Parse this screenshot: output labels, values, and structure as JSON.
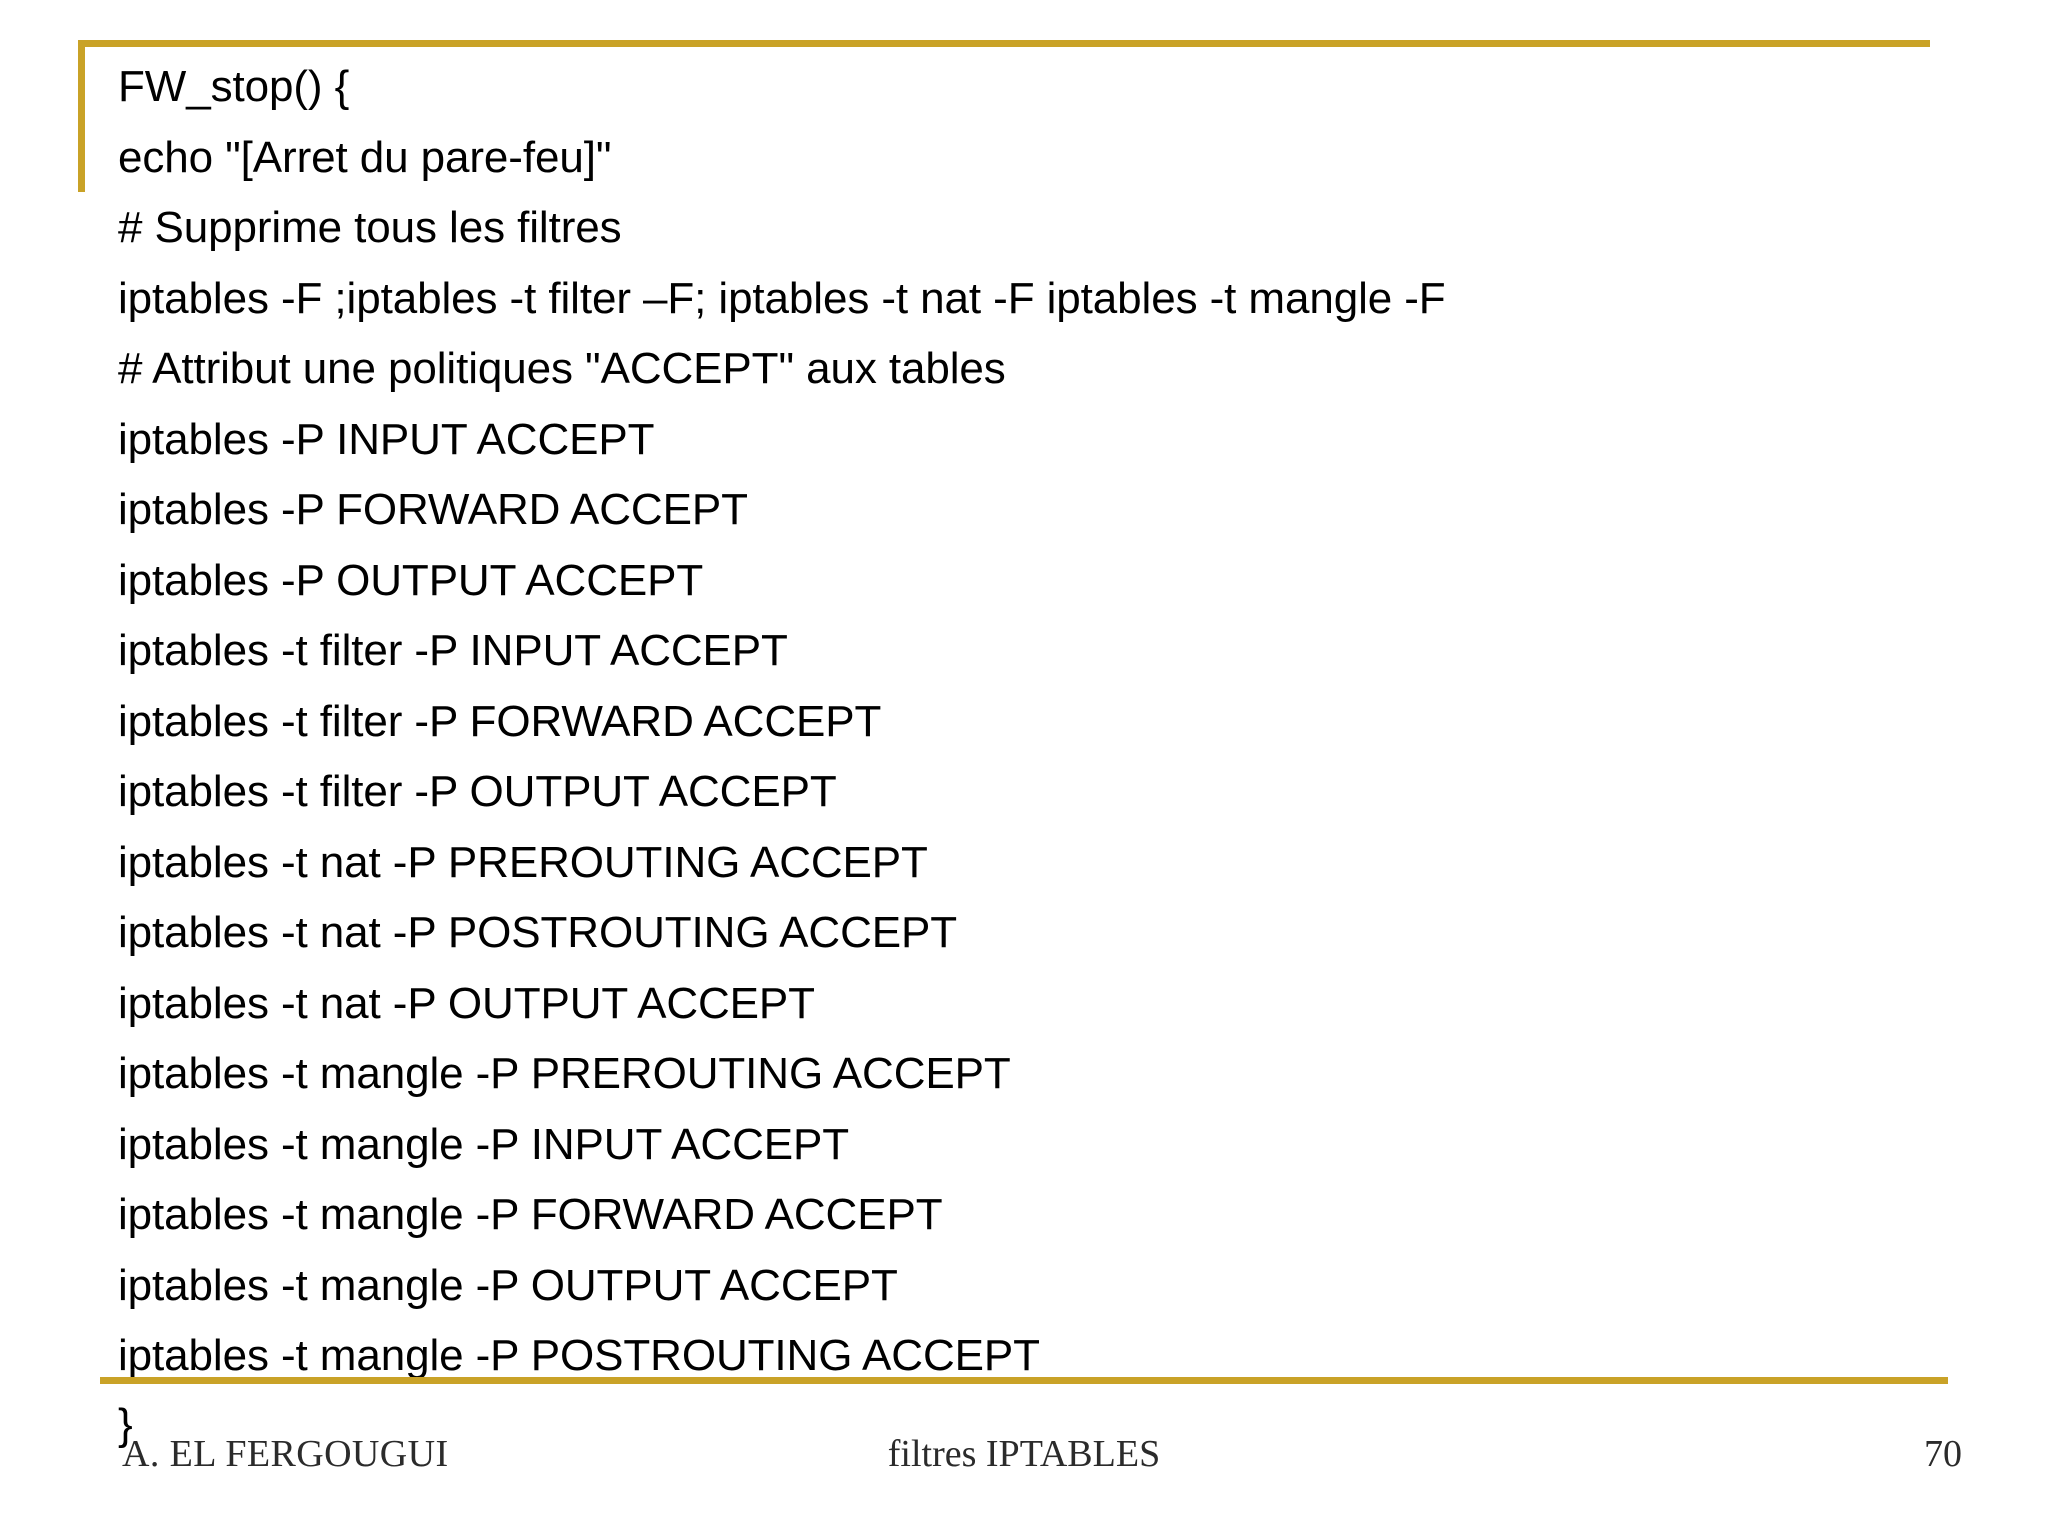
{
  "slide": {
    "accent_color": "#C9A227",
    "background_color": "#FFFFFF",
    "text_color": "#000000"
  },
  "code": {
    "lines": [
      "FW_stop() {",
      "echo \"[Arret du pare-feu]\"",
      "# Supprime tous les filtres",
      "iptables -F ;iptables -t filter –F; iptables -t nat -F iptables -t mangle -F",
      "# Attribut une politiques \"ACCEPT\" aux tables",
      "iptables -P INPUT ACCEPT",
      "iptables -P FORWARD ACCEPT",
      "iptables -P OUTPUT ACCEPT",
      "iptables -t filter -P INPUT ACCEPT",
      "iptables -t filter -P FORWARD ACCEPT",
      "iptables -t filter -P OUTPUT ACCEPT",
      "iptables -t nat -P PREROUTING ACCEPT",
      "iptables -t nat -P POSTROUTING ACCEPT",
      "iptables -t nat -P OUTPUT ACCEPT",
      "iptables -t mangle -P PREROUTING ACCEPT",
      "iptables -t mangle -P INPUT ACCEPT",
      "iptables -t mangle -P FORWARD ACCEPT",
      "iptables -t mangle -P OUTPUT ACCEPT",
      "iptables -t mangle -P POSTROUTING ACCEPT"
    ],
    "closing_brace": "}"
  },
  "footer": {
    "author": "A. EL FERGOUGUI",
    "title": "filtres IPTABLES",
    "page_number": "70"
  }
}
